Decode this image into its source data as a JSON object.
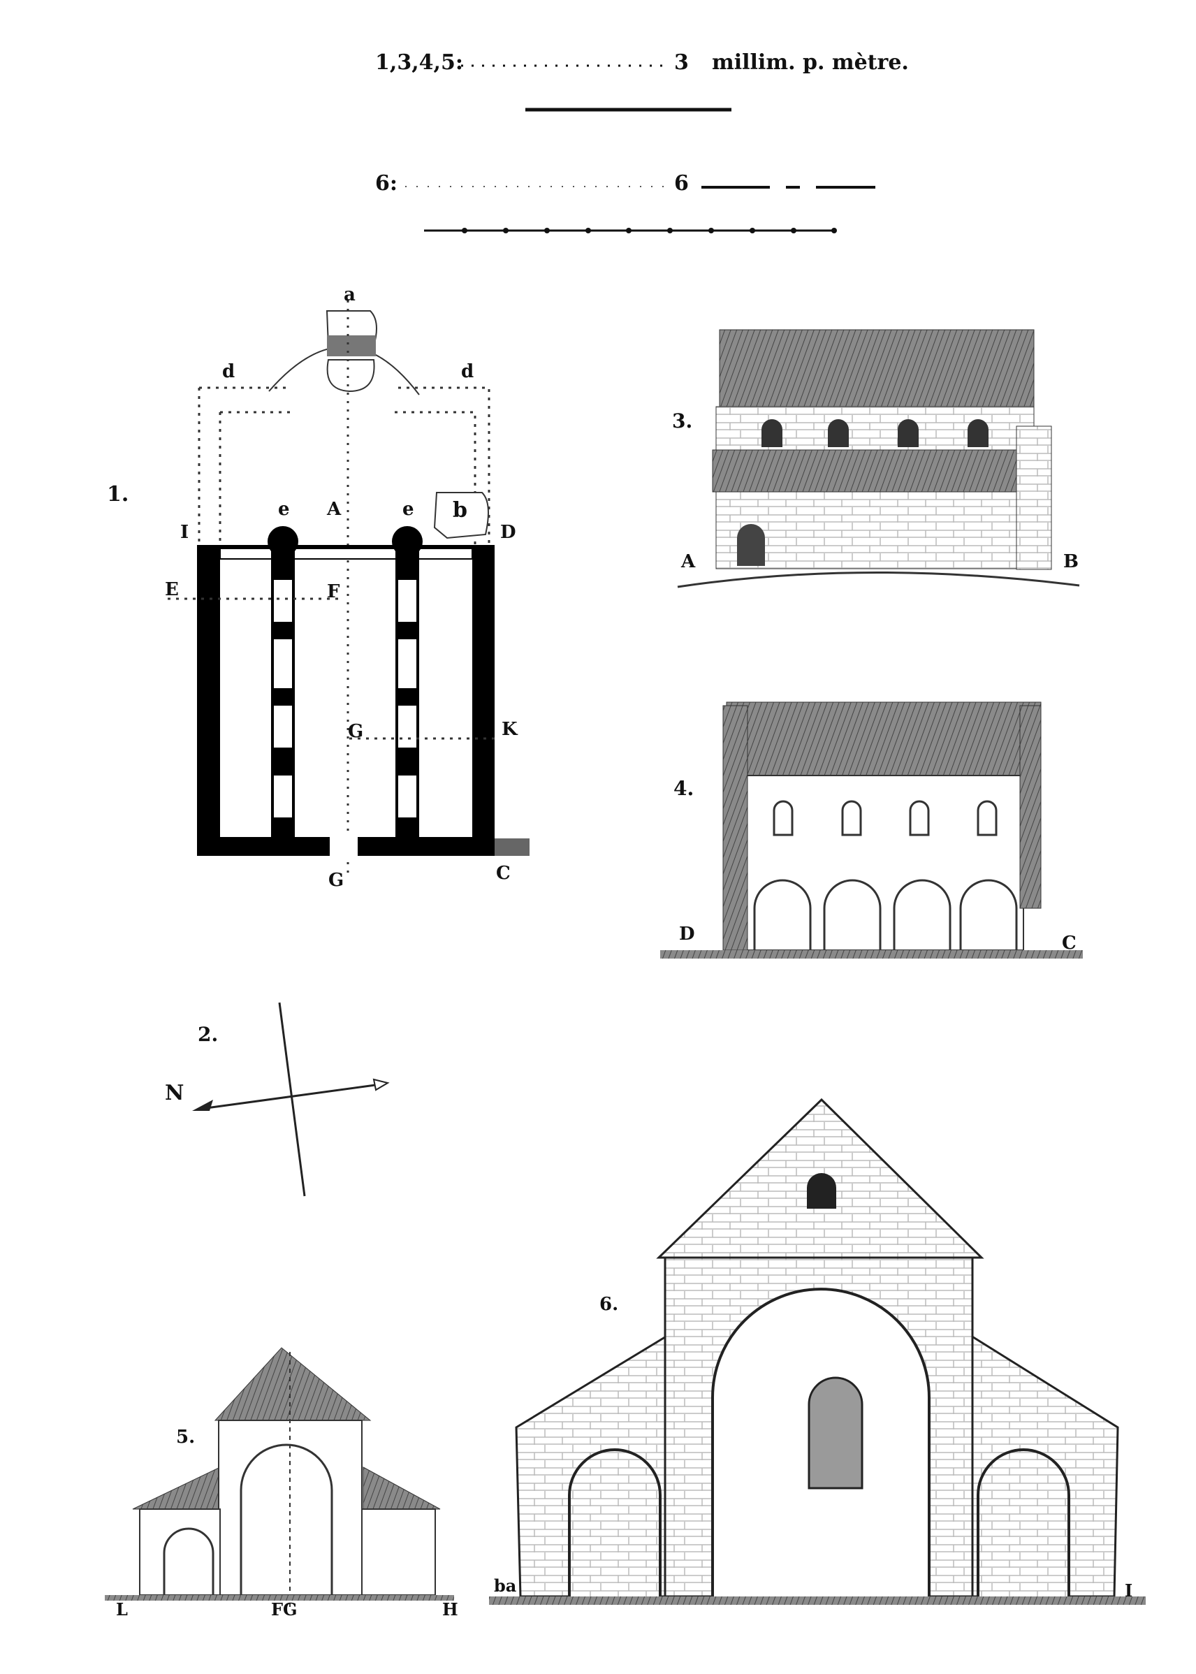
{
  "header": {
    "row1_figures": "1,3,4,5:",
    "row1_value": "3",
    "row1_unit": "millim. p. mètre.",
    "row2_figures": "6:",
    "row2_value": "6"
  },
  "figures": {
    "plan": {
      "number": "1.",
      "labels": [
        "a",
        "d",
        "d",
        "e",
        "A",
        "e",
        "b",
        "I",
        "D",
        "E",
        "F",
        "G",
        "K",
        "G",
        "C"
      ]
    },
    "compass": {
      "number": "2.",
      "north": "N"
    },
    "elevation_ab": {
      "number": "3.",
      "left": "A",
      "right": "B"
    },
    "elevation_dc": {
      "number": "4.",
      "left": "D",
      "right": "C"
    },
    "section": {
      "number": "5.",
      "left": "L",
      "center": "FG",
      "right": "H"
    },
    "facade": {
      "number": "6.",
      "left": "ba",
      "right": "I"
    }
  },
  "colors": {
    "ink": "#111111",
    "roof": "#7a7a7a",
    "paper": "#ffffff"
  }
}
